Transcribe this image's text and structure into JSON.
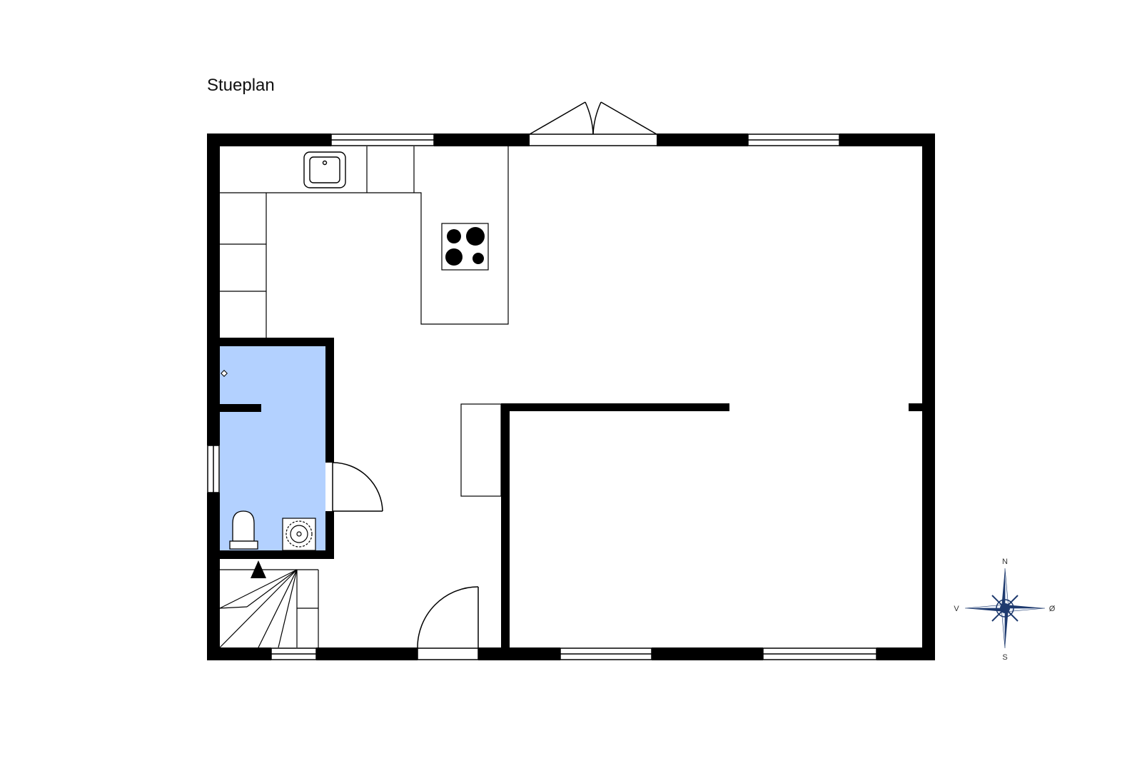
{
  "plan": {
    "title": "Stueplan"
  },
  "colors": {
    "wall": "#000000",
    "bathroom_fill": "#b3d1ff",
    "compass": "#1e3a6e",
    "background": "#ffffff"
  },
  "compass": {
    "north": "N",
    "south": "S",
    "east": "Ø",
    "west": "V"
  },
  "icons": {
    "sink": "sink-icon",
    "cooktop": "cooktop-icon",
    "toilet": "toilet-icon",
    "washbasin": "washbasin-icon",
    "stairs": "stairs-icon",
    "compass": "compass-rose-icon"
  }
}
